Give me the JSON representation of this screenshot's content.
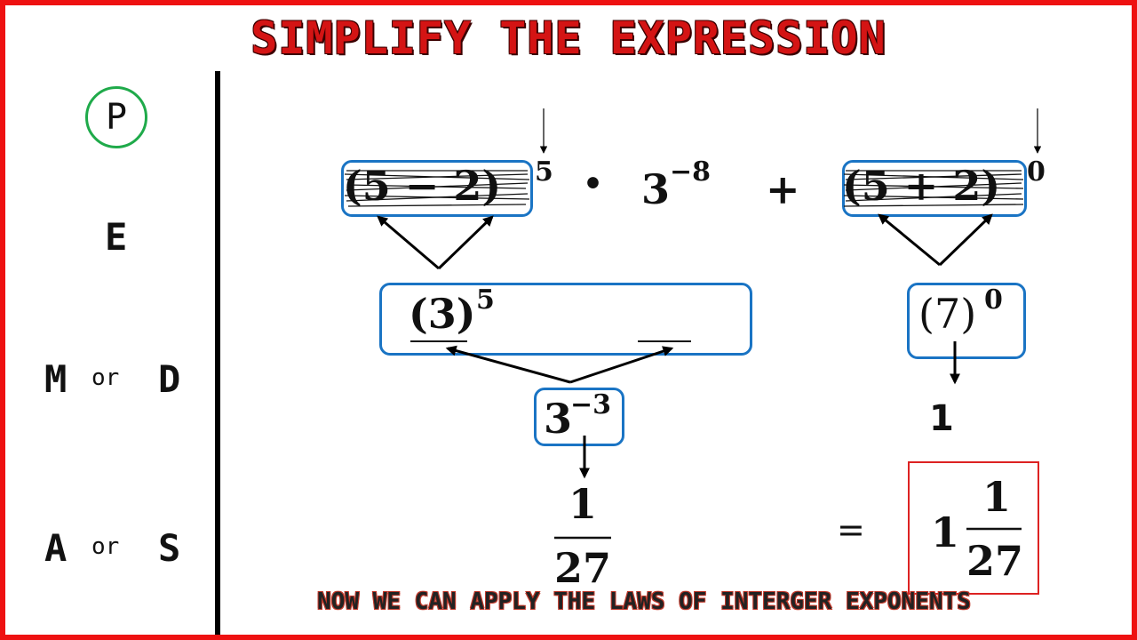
{
  "title": "SIMPLIFY THE EXPRESSION",
  "pemdas": {
    "p": "P",
    "e": "E",
    "m": "M",
    "md_or": "or",
    "d": "D",
    "a": "A",
    "as_or": "or",
    "s": "S"
  },
  "expression": {
    "term1_base": "(5 − 2)",
    "term1_exp": "5",
    "dot": "•",
    "term2_base": "3",
    "term2_exp": "−8",
    "plus": "+",
    "term3_base": "(5 + 2)",
    "term3_exp": "0"
  },
  "step1": {
    "left_base": "(3)",
    "left_exp": "5",
    "right_base": "(7)",
    "right_exp": "0"
  },
  "step2": {
    "left_base": "3",
    "left_exp": "−3",
    "right_value": "1"
  },
  "step3": {
    "numerator": "1",
    "denominator": "27"
  },
  "result": {
    "equals": "=",
    "whole": "1",
    "numerator": "1",
    "denominator": "27"
  },
  "note": "NOW WE CAN APPLY THE LAWS OF INTERGER EXPONENTS",
  "colors": {
    "border": "#ee1111",
    "title": "#d41414",
    "box": "#1a74c4",
    "answer_box": "#dd2222",
    "p_circle": "#1faa4a"
  }
}
